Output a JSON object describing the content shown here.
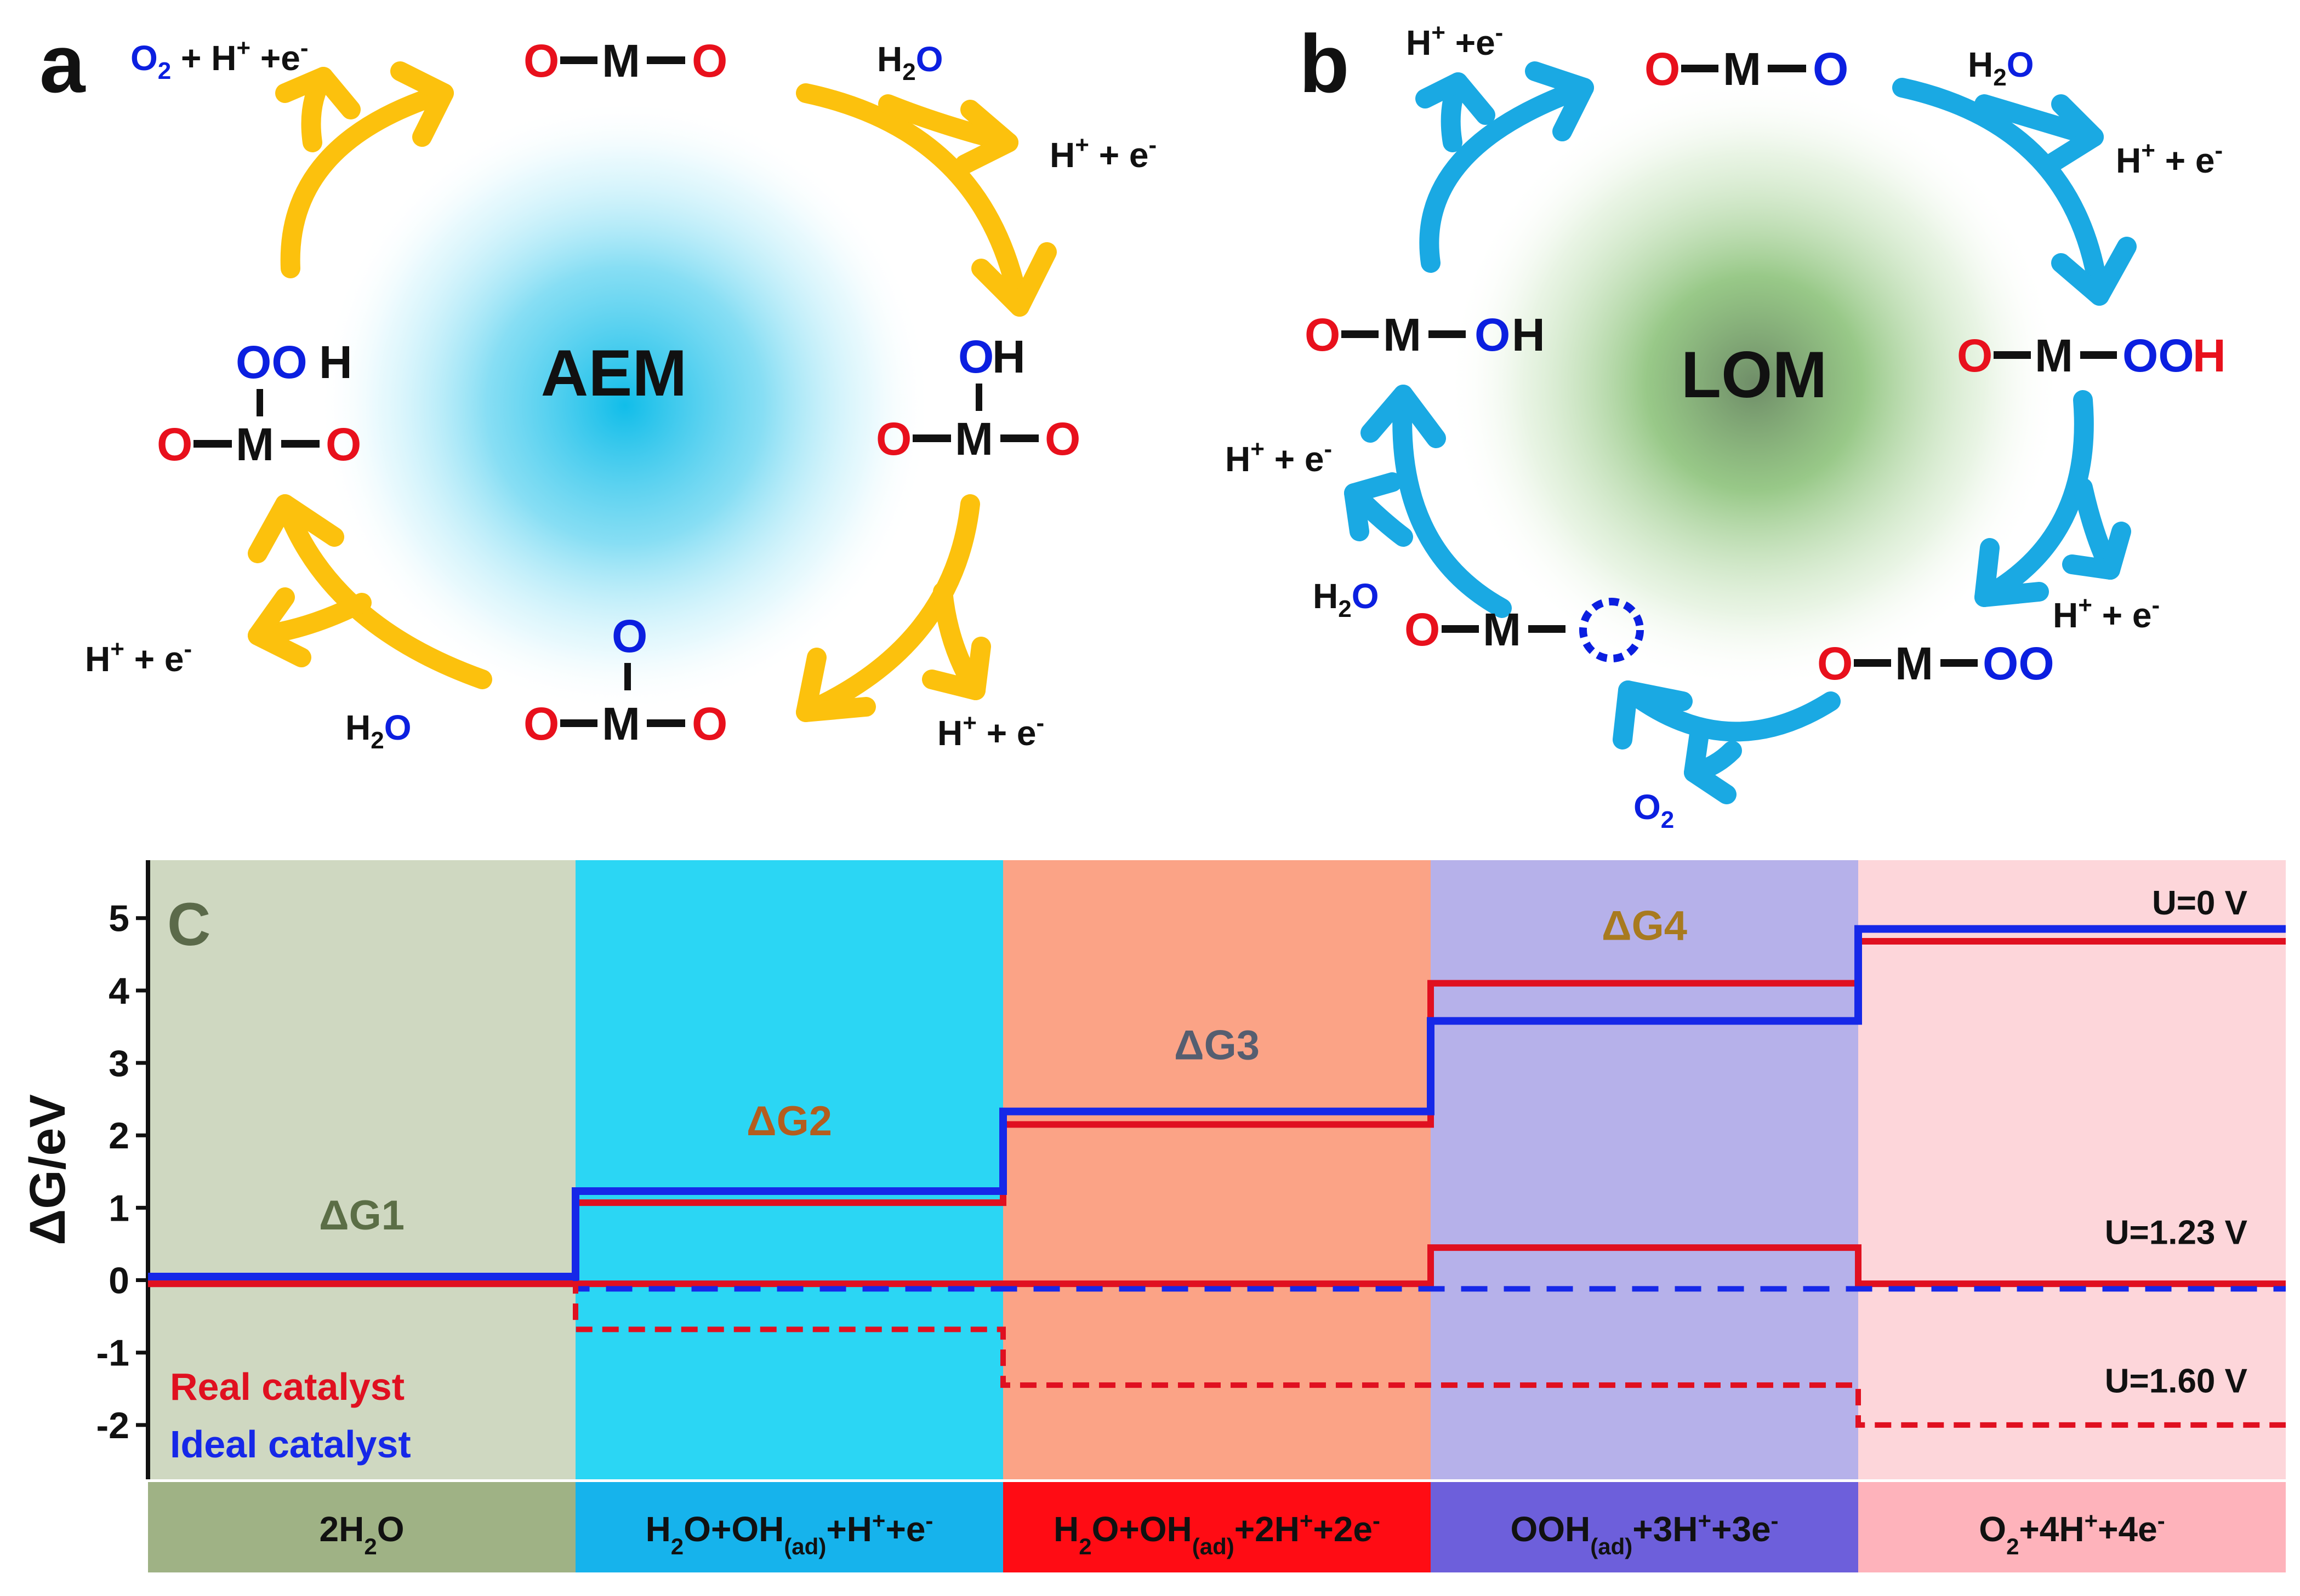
{
  "colors": {
    "red": "#e8101c",
    "blue": "#0b1fe0",
    "black": "#111111",
    "yellow": "#fcc10d",
    "cyan": "#1aa9e3",
    "aem_glow": "#22c3ea",
    "lom_glow": "#7bbf6a",
    "real": "#e01020",
    "ideal": "#1628e8"
  },
  "panel_a": {
    "label": "a",
    "center": "AEM",
    "reagents": {
      "o2_release": {
        "o2": "O",
        "o2_sub": "2",
        "rest": " + H",
        "sup": "+",
        "tail": " +e",
        "sup2": "-"
      },
      "h2o_top": {
        "h": "H",
        "sub": "2",
        "o": "O"
      },
      "h_right_top": {
        "text": "H",
        "sup": "+",
        "mid": " + e",
        "sup2": "-"
      },
      "h_right_bottom": {
        "text": "H",
        "sup": "+",
        "mid": " + e",
        "sup2": "-"
      },
      "h2o_bottom": {
        "h": "H",
        "sub": "2",
        "o": "O"
      },
      "h_left": {
        "text": "H",
        "sup": "+",
        "mid": " + e",
        "sup2": "-"
      }
    },
    "species": {
      "top": {
        "left": "O",
        "m": "M",
        "right": "O"
      },
      "right": {
        "top_o": "O",
        "top_h": "H",
        "left": "O",
        "m": "M",
        "right": "O"
      },
      "bottom": {
        "top": "O",
        "left": "O",
        "m": "M",
        "right": "O"
      },
      "left": {
        "top_oo": "OO",
        "top_h": "H",
        "left": "O",
        "m": "M",
        "right": "O"
      }
    }
  },
  "panel_b": {
    "label": "b",
    "center": "LOM",
    "reagents": {
      "h_top_left": {
        "text": "H",
        "sup": "+",
        "mid": " +e",
        "sup2": "-"
      },
      "h2o_top": {
        "h": "H",
        "sub": "2",
        "o": "O"
      },
      "h_right_top": {
        "text": "H",
        "sup": "+",
        "mid": " + e",
        "sup2": "-"
      },
      "h_right_mid": {
        "text": "H",
        "sup": "+",
        "mid": " + e",
        "sup2": "-"
      },
      "o2_bottom": {
        "o": "O",
        "sub": "2"
      },
      "h2o_left": {
        "h": "H",
        "sub": "2",
        "o": "O"
      },
      "h_left": {
        "text": "H",
        "sup": "+",
        "mid": " + e",
        "sup2": "-"
      }
    },
    "species": {
      "top": {
        "left": "O",
        "m": "M",
        "right": "O"
      },
      "right": {
        "left": "O",
        "m": "M",
        "oo": "OO",
        "h": "H"
      },
      "bottom_right": {
        "left": "O",
        "m": "M",
        "right": "OO"
      },
      "bottom_left": {
        "left": "O",
        "m": "M"
      },
      "left": {
        "left": "O",
        "m": "M",
        "o": "O",
        "h": "H"
      }
    }
  },
  "panel_c": {
    "label": "C",
    "chart_data": {
      "type": "line",
      "ylabel": "ΔG/eV",
      "ylim": [
        -2.75,
        5.8
      ],
      "yticks": [
        5,
        4,
        3,
        2,
        1,
        0,
        -1,
        -2
      ],
      "steps": 5,
      "step_names": [
        {
          "parts": [
            [
              "2H",
              ""
            ],
            [
              "2",
              "sub"
            ],
            [
              "O",
              ""
            ]
          ]
        },
        {
          "parts": [
            [
              "H",
              ""
            ],
            [
              "2",
              "sub"
            ],
            [
              "O+OH",
              ""
            ],
            [
              "(ad)",
              "sub"
            ],
            [
              "+H",
              ""
            ],
            [
              "+",
              "sup"
            ],
            [
              "+e",
              ""
            ],
            [
              "-",
              "sup"
            ]
          ]
        },
        {
          "parts": [
            [
              "H",
              ""
            ],
            [
              "2",
              "sub"
            ],
            [
              "O+OH",
              ""
            ],
            [
              "(ad)",
              "sub"
            ],
            [
              "+2H",
              ""
            ],
            [
              "+",
              "sup"
            ],
            [
              "+2e",
              ""
            ],
            [
              "-",
              "sup"
            ]
          ]
        },
        {
          "parts": [
            [
              "OOH",
              ""
            ],
            [
              "(ad)",
              "sub"
            ],
            [
              "+3H",
              ""
            ],
            [
              "+",
              "sup"
            ],
            [
              "+3e",
              ""
            ],
            [
              "-",
              "sup"
            ]
          ]
        },
        {
          "parts": [
            [
              "O",
              ""
            ],
            [
              "2",
              "sub"
            ],
            [
              "+4H",
              ""
            ],
            [
              "+",
              "sup"
            ],
            [
              "+4e",
              ""
            ],
            [
              "-",
              "sup"
            ]
          ]
        }
      ],
      "step_labels": [
        "ΔG1",
        "ΔG2",
        "ΔG3",
        "ΔG4"
      ],
      "step_label_values": [
        0.7,
        2.0,
        3.05,
        4.7
      ],
      "bg_colors": [
        "#cfd8c1",
        "#2bd6f4",
        "#fba386",
        "#b6b1ea",
        "#fdd6da"
      ],
      "band_colors": [
        "#9fb285",
        "#16b3ec",
        "#ff0c14",
        "#6d5fdb",
        "#feb3bb"
      ],
      "step_label_colors": [
        "#5b6e46",
        "#b45d1e",
        "#555e70",
        "#a87a1f"
      ],
      "series": [
        {
          "name": "",
          "style": "real_solid",
          "values": [
            -0.05,
            1.07,
            2.15,
            4.1,
            4.68
          ]
        },
        {
          "name": "",
          "style": "ideal_solid",
          "values": [
            0.05,
            1.23,
            2.33,
            3.58,
            4.85
          ]
        },
        {
          "name": "",
          "style": "real_solid",
          "values": [
            -0.05,
            -0.05,
            -0.05,
            0.45,
            -0.05
          ]
        },
        {
          "name": "",
          "style": "ideal_dash",
          "values": [
            0.05,
            -0.12,
            -0.12,
            -0.12,
            -0.12
          ]
        },
        {
          "name": "",
          "style": "real_dash",
          "values": [
            -0.05,
            -0.68,
            -1.45,
            -1.45,
            -2.0
          ]
        }
      ],
      "annotations": [
        {
          "text": "U=0 V",
          "y": 5.05
        },
        {
          "text": "U=1.23 V",
          "y": 0.5
        },
        {
          "text": "U=1.60 V",
          "y": -1.55
        }
      ],
      "legend": {
        "position": "bottom-left",
        "entries": [
          {
            "text": "Real catalyst",
            "color": "#e01020"
          },
          {
            "text": "Ideal catalyst",
            "color": "#1628e8"
          }
        ]
      }
    }
  }
}
